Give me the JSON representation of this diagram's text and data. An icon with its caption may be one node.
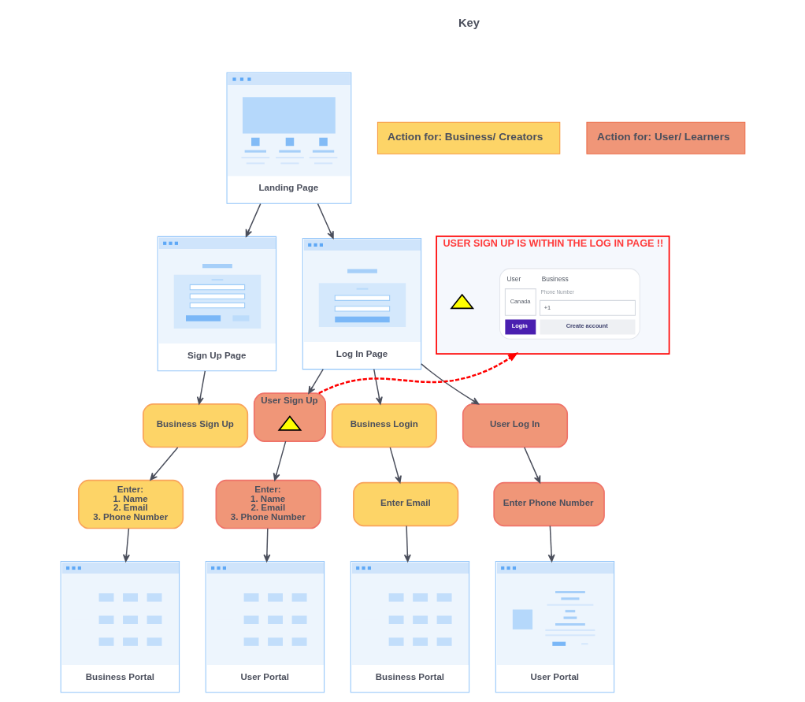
{
  "diagram": {
    "nodes": [
      {
        "text": [
          "Landing Page"
        ]
      },
      {
        "text": [
          "USER SIGN UP IS WITHIN THE LOG IN PAGE !!"
        ]
      },
      {
        "text": [],
        "shape": "triangle",
        "in": 1
      },
      {
        "text": [
          "User",
          "Business",
          "Canada",
          "Phone Number",
          "+1",
          "Login",
          "Create account"
        ],
        "in": 1
      },
      {
        "text": [
          "Sign Up Page"
        ]
      },
      {
        "text": [
          "Log In Page"
        ]
      },
      {
        "text": [
          "Business Sign Up"
        ]
      },
      {
        "text": [
          "User Sign Up"
        ]
      },
      {
        "text": [],
        "shape": "triangle",
        "in": 7
      },
      {
        "text": [
          "Business Login"
        ]
      },
      {
        "text": [
          "User Log In"
        ]
      },
      {
        "text": [
          "Enter:",
          "1. Name",
          "2. Email",
          "3. Phone Number"
        ]
      },
      {
        "text": [
          "Enter:",
          "1. Name",
          "2. Email",
          "3. Phone Number"
        ]
      },
      {
        "text": [
          "Enter Email"
        ]
      },
      {
        "text": [
          "Enter Phone Number"
        ]
      },
      {
        "text": [
          "Business Portal"
        ]
      },
      {
        "text": [
          "User Portal"
        ]
      },
      {
        "text": [
          "Business Portal"
        ]
      },
      {
        "text": [
          "User Portal"
        ]
      }
    ],
    "edges": [
      {
        "from": 0,
        "to": 4,
        "arrow": "to"
      },
      {
        "from": 0,
        "to": 5,
        "arrow": "to"
      },
      {
        "from": 4,
        "to": 6,
        "arrow": "to"
      },
      {
        "from": 5,
        "to": 7,
        "arrow": "to"
      },
      {
        "from": 5,
        "to": 9,
        "arrow": "to"
      },
      {
        "from": 5,
        "to": 10,
        "arrow": "to"
      },
      {
        "from": 7,
        "to": 1,
        "arrow": "to",
        "style": "dashed",
        "color": "#ff0000"
      },
      {
        "from": 6,
        "to": 11,
        "arrow": "to"
      },
      {
        "from": 7,
        "to": 12,
        "arrow": "to"
      },
      {
        "from": 9,
        "to": 13,
        "arrow": "to"
      },
      {
        "from": 10,
        "to": 14,
        "arrow": "to"
      },
      {
        "from": 11,
        "to": 15,
        "arrow": "to"
      },
      {
        "from": 12,
        "to": 16,
        "arrow": "to"
      },
      {
        "from": 13,
        "to": 17,
        "arrow": "to"
      },
      {
        "from": 14,
        "to": 18,
        "arrow": "to"
      }
    ],
    "labels": [
      "Key"
    ],
    "legend": [
      {
        "text": "Action for: Business/ Creators",
        "color": "#fdd467"
      },
      {
        "text": "Action for: User/ Learners",
        "color": "#f09678"
      }
    ]
  }
}
